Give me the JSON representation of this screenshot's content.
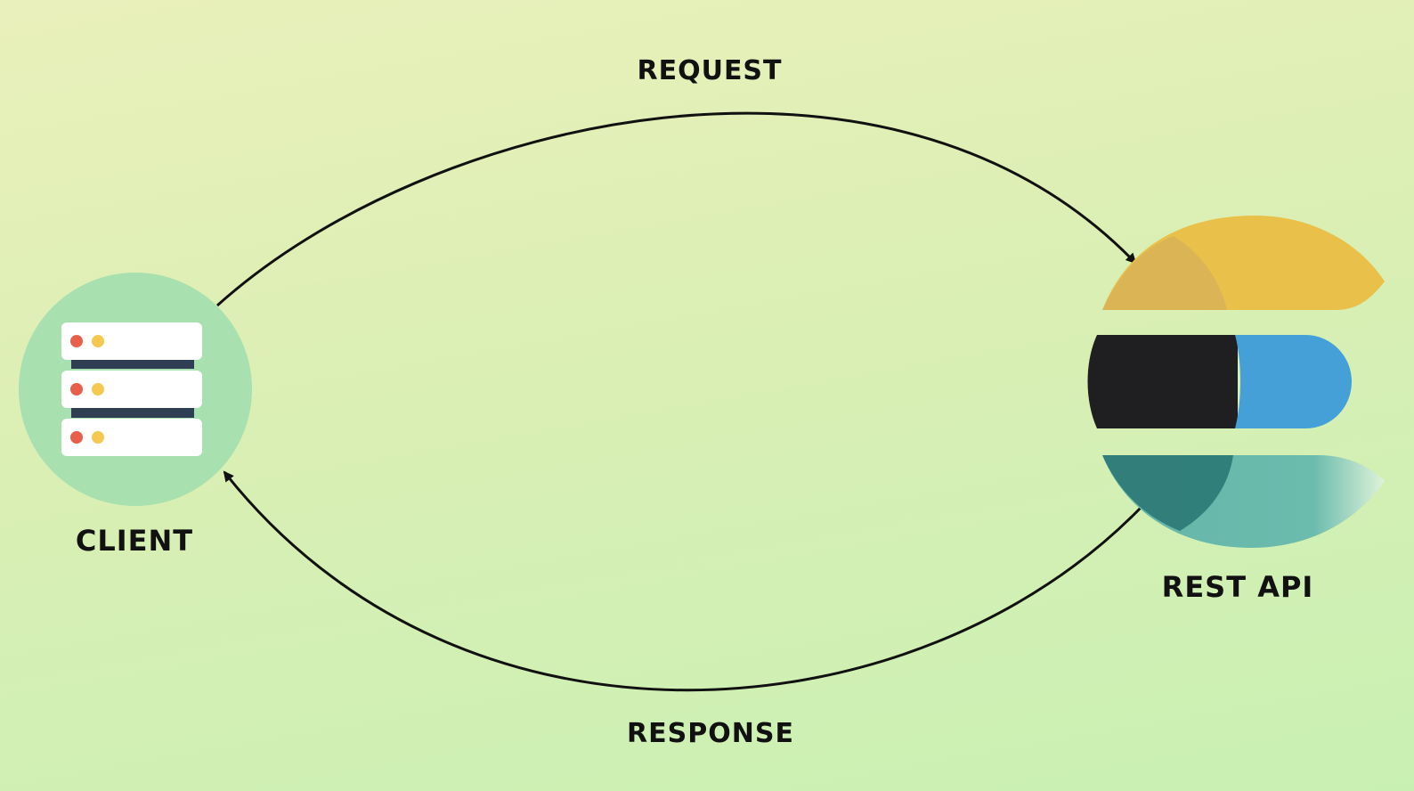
{
  "labels": {
    "request": "REQUEST",
    "response": "RESPONSE",
    "client": "CLIENT",
    "api": "REST API"
  },
  "icons": {
    "client": "server-stack-icon",
    "api": "elastic-logo-icon"
  },
  "colors": {
    "client_circle": "#a9e0b0",
    "server_panel": "#ffffff",
    "server_divider": "#2f3e52",
    "dot_red": "#e8604c",
    "dot_yellow": "#f3c94f",
    "logo_yellow": "#e9c04a",
    "logo_black": "#1f1f22",
    "logo_blue": "#45a0d8",
    "logo_teal": "#2e7b77",
    "logo_teal_light": "#64b4a8",
    "arrow": "#111111"
  }
}
